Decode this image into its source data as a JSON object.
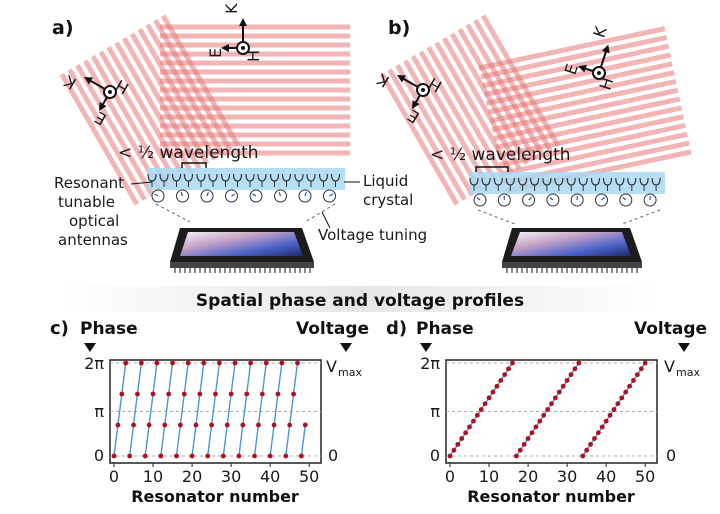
{
  "panels": {
    "a": {
      "label": "a)",
      "wavelength": "< ½ wavelength",
      "callouts": {
        "antennas": [
          "Resonant",
          "tunable",
          "optical",
          "antennas"
        ],
        "liquid_crystal": [
          "Liquid",
          "crystal"
        ],
        "voltage_tuning": "Voltage tuning"
      }
    },
    "b": {
      "label": "b)",
      "wavelength": "< ½ wavelength"
    }
  },
  "field_labels": {
    "E": "E",
    "H": "H",
    "K": "K"
  },
  "section_title": "Spatial phase and voltage profiles",
  "colors": {
    "wave": "#e87878",
    "lc_layer": "#a9d8f3",
    "dot": "#b01020",
    "line": "#4a98cc",
    "chip_dark": "#222222"
  },
  "chart_data": [
    {
      "type": "scatter",
      "panel_label": "c)",
      "left_title": "Phase",
      "right_title": "Voltage",
      "xlabel": "Resonator number",
      "x_ticks": [
        "0",
        "10",
        "20",
        "30",
        "40",
        "50"
      ],
      "xlim": [
        0,
        52
      ],
      "y_ticks_left": [
        "0",
        "π",
        "2π"
      ],
      "y_ticks_right": [
        "0",
        "V",
        "max"
      ],
      "ylim": [
        0,
        1
      ],
      "period": 4,
      "count": 50
    },
    {
      "type": "scatter",
      "panel_label": "d)",
      "left_title": "Phase",
      "right_title": "Voltage",
      "xlabel": "Resonator number",
      "x_ticks": [
        "0",
        "10",
        "20",
        "30",
        "40",
        "50"
      ],
      "xlim": [
        0,
        52
      ],
      "y_ticks_left": [
        "0",
        "π",
        "2π"
      ],
      "y_ticks_right": [
        "0",
        "V",
        "max"
      ],
      "ylim": [
        0,
        1
      ],
      "period": 17,
      "count": 51
    }
  ]
}
